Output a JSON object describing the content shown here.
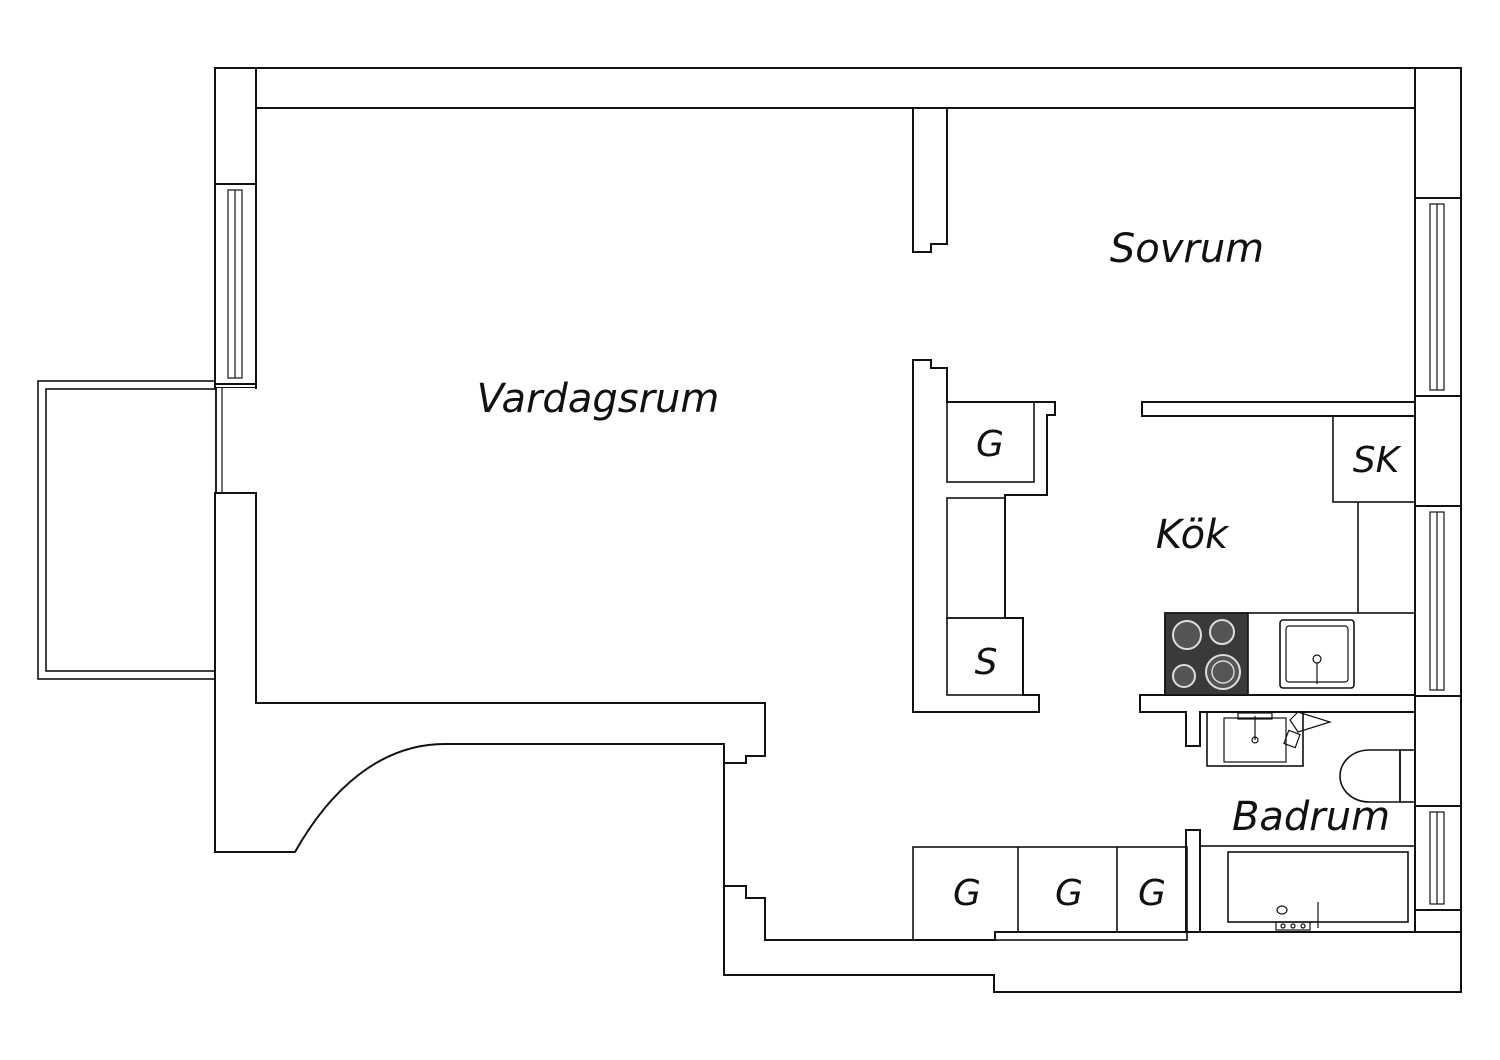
{
  "rooms": {
    "living_room": "Vardagsrum",
    "bedroom": "Sovrum",
    "kitchen": "Kök",
    "bathroom": "Badrum"
  },
  "units": {
    "wardrobe_kitchen": "G",
    "storage_kitchen": "S",
    "cabinet_kitchen": "SK",
    "wardrobe_hall_1": "G",
    "wardrobe_hall_2": "G",
    "wardrobe_hall_3": "G"
  },
  "colors": {
    "line": "#111111",
    "background": "#ffffff",
    "stove": "#3a3a3a"
  }
}
